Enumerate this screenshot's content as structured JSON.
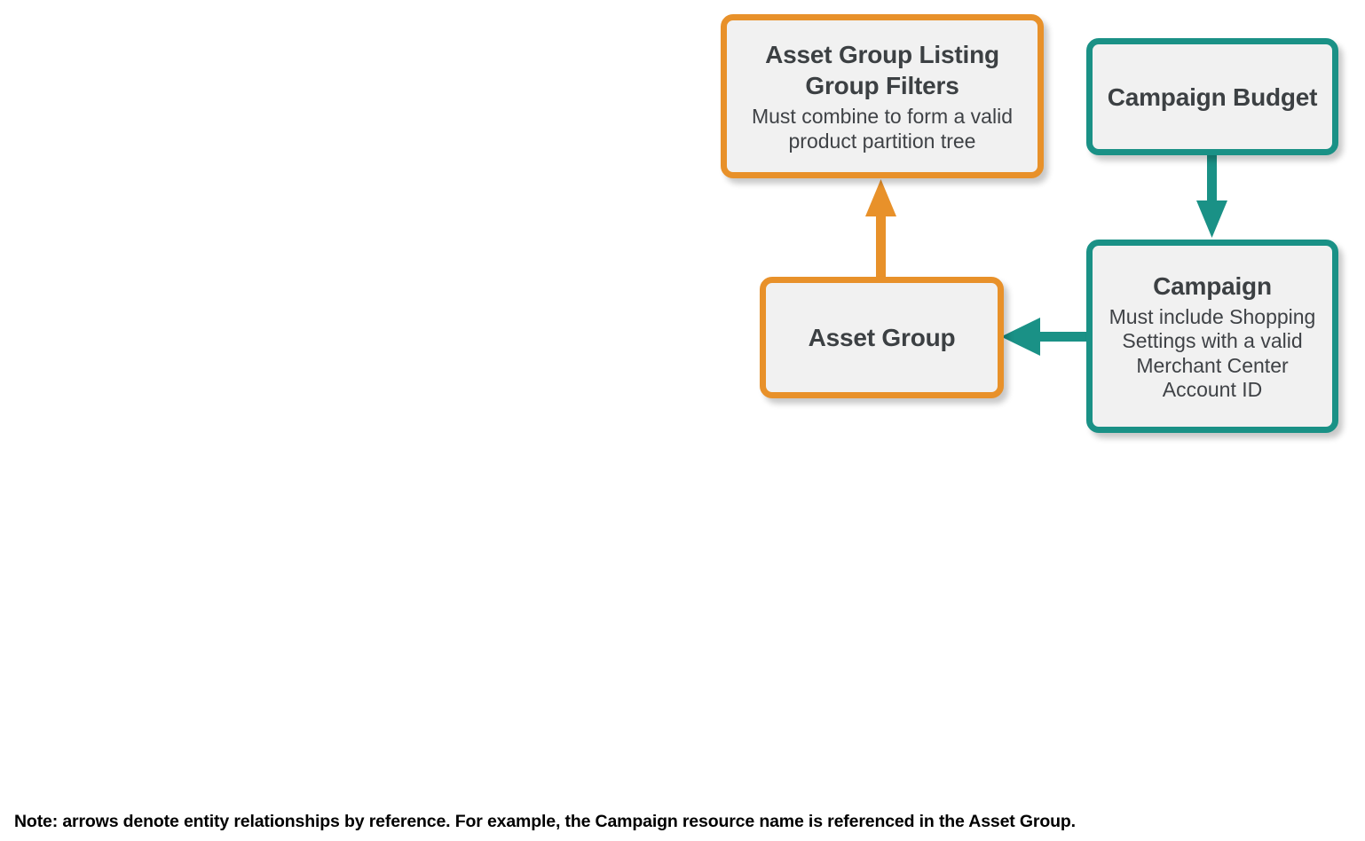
{
  "diagram": {
    "colors": {
      "orange": "#e8912a",
      "teal": "#1a9186",
      "node_fill": "#f1f1f1",
      "title_text": "#3c4043",
      "background": "#ffffff"
    },
    "nodes": [
      {
        "id": "asset-group-listing-group-filters",
        "title": "Asset Group Listing Group Filters",
        "subtitle": "Must combine to form a valid product partition tree",
        "color": "orange"
      },
      {
        "id": "asset-group",
        "title": "Asset Group",
        "subtitle": "",
        "color": "orange"
      },
      {
        "id": "campaign-budget",
        "title": "Campaign Budget",
        "subtitle": "",
        "color": "teal"
      },
      {
        "id": "campaign",
        "title": "Campaign",
        "subtitle": "Must include Shopping Settings with a valid Merchant Center Account ID",
        "color": "teal"
      }
    ],
    "edges": [
      {
        "id": "asset-group-to-listing-group-filters",
        "from": "asset-group",
        "to": "asset-group-listing-group-filters",
        "color": "orange",
        "direction": "up"
      },
      {
        "id": "campaign-budget-to-campaign",
        "from": "campaign-budget",
        "to": "campaign",
        "color": "teal",
        "direction": "down"
      },
      {
        "id": "campaign-to-asset-group",
        "from": "campaign",
        "to": "asset-group",
        "color": "teal",
        "direction": "left"
      }
    ],
    "footnote": "Note: arrows denote entity relationships by reference. For example, the Campaign resource name is referenced in the Asset Group."
  }
}
